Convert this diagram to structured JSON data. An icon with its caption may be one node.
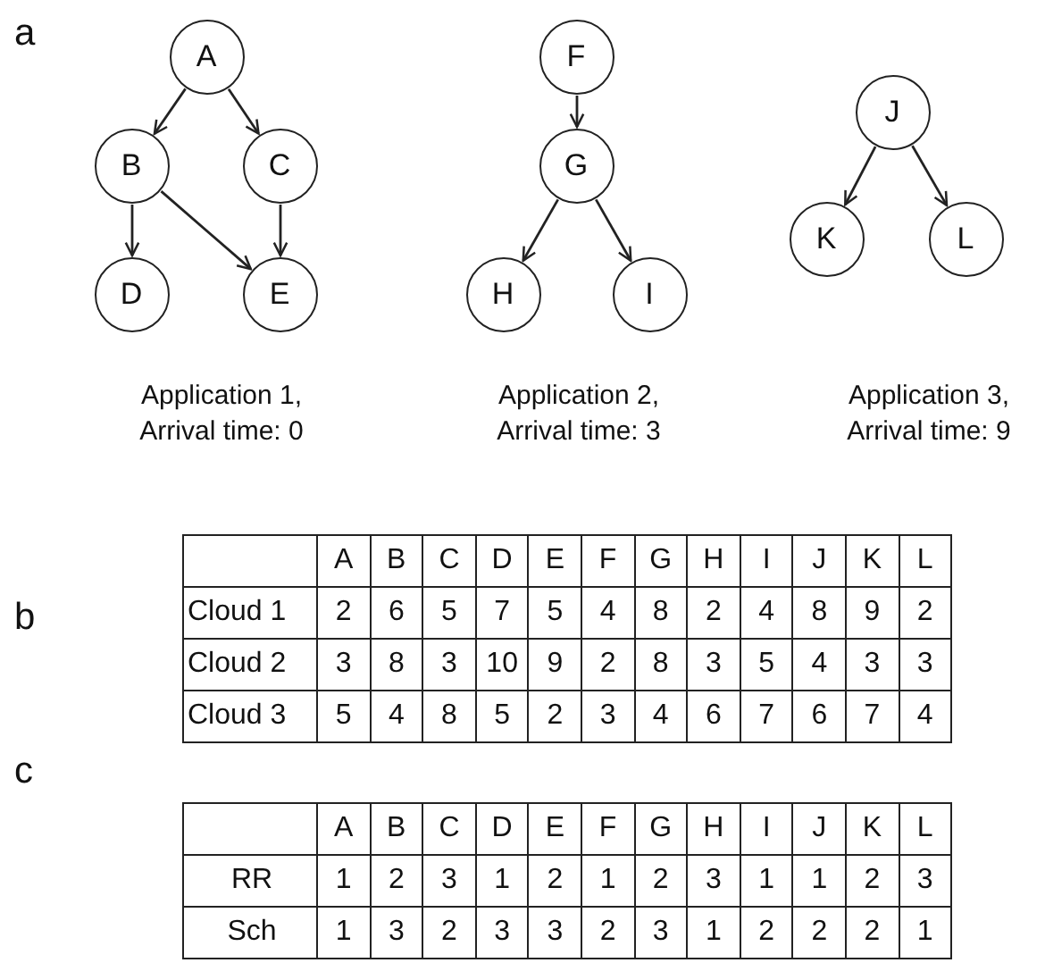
{
  "diagram": {
    "nodes": [
      {
        "text": [
          "A"
        ]
      },
      {
        "text": [
          "B"
        ]
      },
      {
        "text": [
          "C"
        ]
      },
      {
        "text": [
          "D"
        ]
      },
      {
        "text": [
          "E"
        ]
      },
      {
        "text": [
          "F"
        ]
      },
      {
        "text": [
          "G"
        ]
      },
      {
        "text": [
          "H"
        ]
      },
      {
        "text": [
          "I"
        ]
      },
      {
        "text": [
          "J"
        ]
      },
      {
        "text": [
          "K"
        ]
      },
      {
        "text": [
          "L"
        ]
      }
    ],
    "edges": [
      {
        "from": 0,
        "to": 1,
        "arrow": "to"
      },
      {
        "from": 0,
        "to": 2,
        "arrow": "to"
      },
      {
        "from": 1,
        "to": 3,
        "arrow": "to"
      },
      {
        "from": 1,
        "to": 4,
        "arrow": "to"
      },
      {
        "from": 2,
        "to": 4,
        "arrow": "to"
      },
      {
        "from": 5,
        "to": 6,
        "arrow": "to"
      },
      {
        "from": 6,
        "to": 7,
        "arrow": "to"
      },
      {
        "from": 6,
        "to": 8,
        "arrow": "to"
      },
      {
        "from": 9,
        "to": 10,
        "arrow": "to"
      },
      {
        "from": 9,
        "to": 11,
        "arrow": "to"
      }
    ],
    "labels": [
      "a",
      "Application 1, Arrival time: 0",
      "Application 2, Arrival time: 3",
      "Application 3, Arrival time: 9",
      "b",
      "A",
      "B",
      "C",
      "D",
      "E",
      "F",
      "G",
      "H",
      "I",
      "J",
      "K",
      "L",
      "Cloud 1",
      "2",
      "6",
      "5",
      "7",
      "5",
      "4",
      "8",
      "2",
      "4",
      "8",
      "9",
      "2",
      "Cloud 2",
      "3",
      "8",
      "3",
      "10",
      "9",
      "2",
      "8",
      "3",
      "5",
      "4",
      "3",
      "3",
      "Cloud 3",
      "5",
      "4",
      "8",
      "5",
      "2",
      "3",
      "4",
      "6",
      "7",
      "6",
      "7",
      "4",
      "c",
      "A",
      "B",
      "C",
      "D",
      "E",
      "F",
      "G",
      "H",
      "I",
      "J",
      "K",
      "L",
      "RR",
      "1",
      "2",
      "3",
      "1",
      "2",
      "1",
      "2",
      "3",
      "1",
      "1",
      "2",
      "3",
      "Sch",
      "1",
      "3",
      "2",
      "3",
      "3",
      "2",
      "3",
      "1",
      "2",
      "2",
      "2",
      "1"
    ]
  }
}
